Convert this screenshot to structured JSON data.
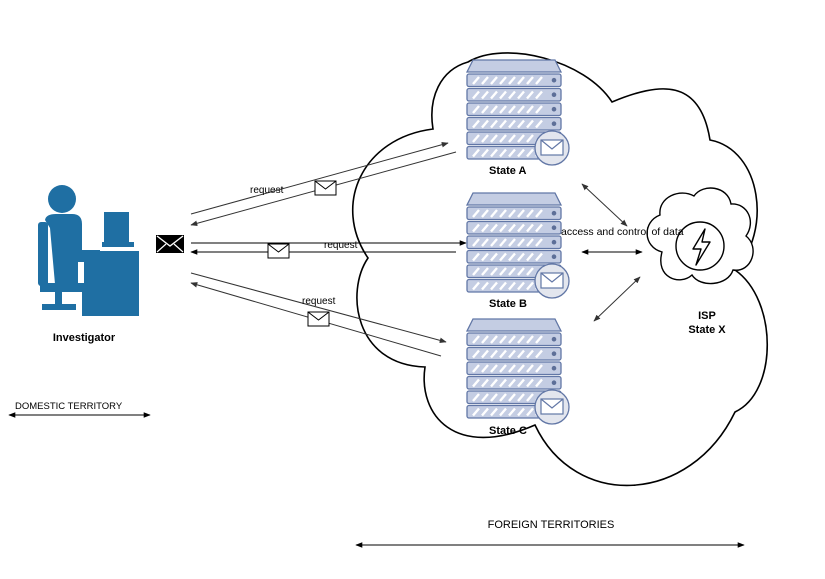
{
  "labels": {
    "investigator": "Investigator",
    "domestic_territory": "DOMESTIC TERRITORY",
    "foreign_territories": "FOREIGN TERRITORIES",
    "state_a": "State A",
    "state_b": "State B",
    "state_c": "State C",
    "isp_line1": "ISP",
    "isp_line2": "State X",
    "access_control": "access and control of data",
    "request_a": "request",
    "request_b": "request",
    "request_c": "request"
  },
  "colors": {
    "investigator_blue": "#1f6fa3",
    "server_fill": "#c4cde3",
    "server_stroke": "#6277a6",
    "server_dark": "#5d6f98",
    "mail_badge": "#e3e6ee",
    "line": "#000000"
  },
  "icons": [
    "person-at-desk-icon",
    "server-icon",
    "envelope-icon",
    "cloud-lightning-icon"
  ]
}
